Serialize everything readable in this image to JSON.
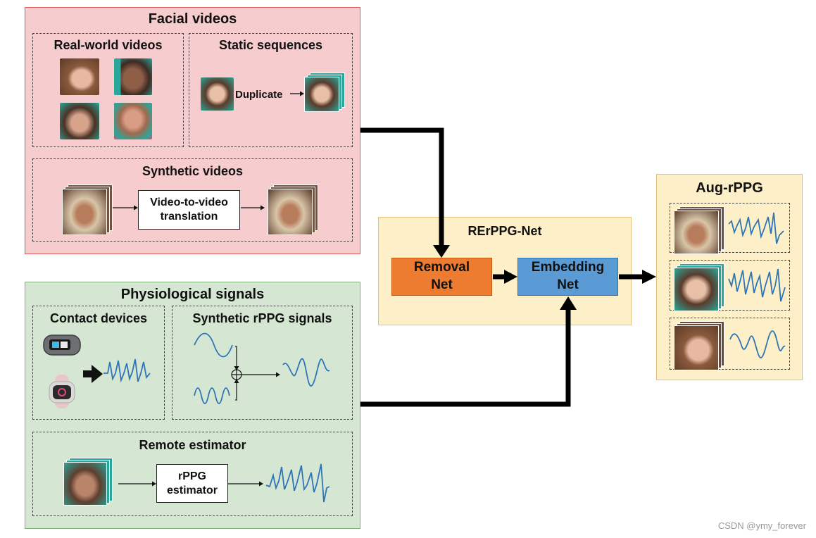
{
  "facial": {
    "title": "Facial videos",
    "real_world": "Real-world videos",
    "static": "Static sequences",
    "duplicate": "Duplicate",
    "synthetic": "Synthetic videos",
    "v2v_line1": "Video-to-video",
    "v2v_line2": "translation"
  },
  "physio": {
    "title": "Physiological signals",
    "contact": "Contact devices",
    "synthetic_rppg": "Synthetic rPPG signals",
    "remote": "Remote estimator",
    "est_line1": "rPPG",
    "est_line2": "estimator"
  },
  "net": {
    "title": "RErPPG-Net",
    "removal_line1": "Removal",
    "removal_line2": "Net",
    "embed_line1": "Embedding",
    "embed_line2": "Net"
  },
  "aug": {
    "title": "Aug-rPPG"
  },
  "watermark": "CSDN @ymy_forever",
  "colors": {
    "facial_bg": "#f7cccf",
    "physio_bg": "#d5e7d3",
    "net_bg": "#fdf0c8",
    "removal": "#ee7c30",
    "embedding": "#5b9bd5",
    "signal": "#2e75b6"
  }
}
